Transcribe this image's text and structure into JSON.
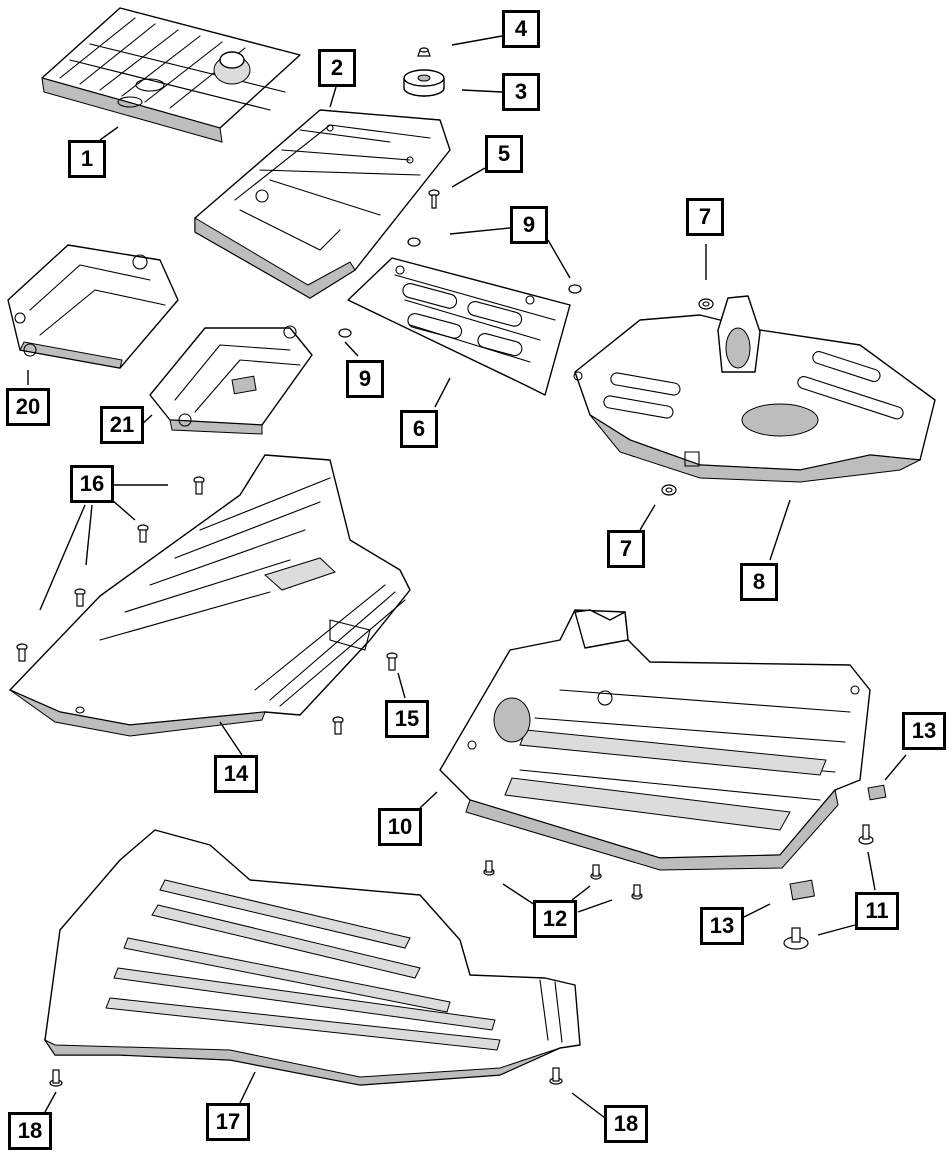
{
  "callouts": {
    "c1": "1",
    "c2": "2",
    "c3": "3",
    "c4": "4",
    "c5": "5",
    "c6": "6",
    "c7a": "7",
    "c7b": "7",
    "c8": "8",
    "c9a": "9",
    "c9b": "9",
    "c10": "10",
    "c11": "11",
    "c12": "12",
    "c13a": "13",
    "c13b": "13",
    "c14": "14",
    "c15": "15",
    "c16": "16",
    "c17": "17",
    "c18a": "18",
    "c18b": "18",
    "c20": "20",
    "c21": "21"
  }
}
